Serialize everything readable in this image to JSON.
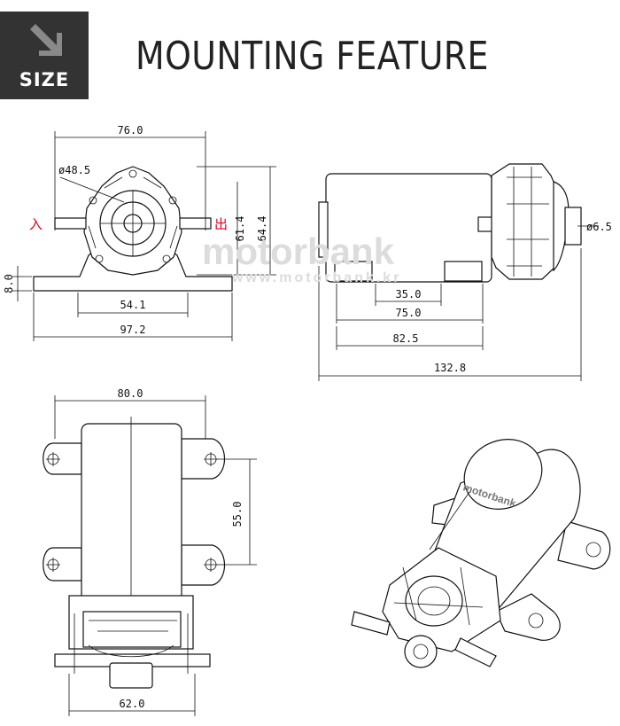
{
  "badge": {
    "label": "SIZE",
    "icon": "arrow-down-right-icon"
  },
  "title": "MOUNTING FEATURE",
  "watermark": {
    "logo": "motorbank",
    "url": "www.motorbank.kr"
  },
  "front_view": {
    "width_top": "76.0",
    "diameter": "ø48.5",
    "height_inner": "61.4",
    "height_outer": "64.4",
    "foot_thickness": "8.0",
    "base_inner": "54.1",
    "base_outer": "97.2",
    "inlet_label": "入",
    "outlet_label": "出"
  },
  "side_view": {
    "port_diameter": "ø6.5",
    "dim_35": "35.0",
    "dim_75": "75.0",
    "dim_825": "82.5",
    "dim_1328": "132.8"
  },
  "top_view": {
    "width_top": "80.0",
    "mount_spacing": "55.0",
    "width_bottom": "62.0"
  },
  "iso_view": {
    "brand": "motorbank"
  },
  "colors": {
    "badge_bg": "#333333",
    "cjk_red": "#e3001b",
    "watermark": "#dcdcdc"
  }
}
